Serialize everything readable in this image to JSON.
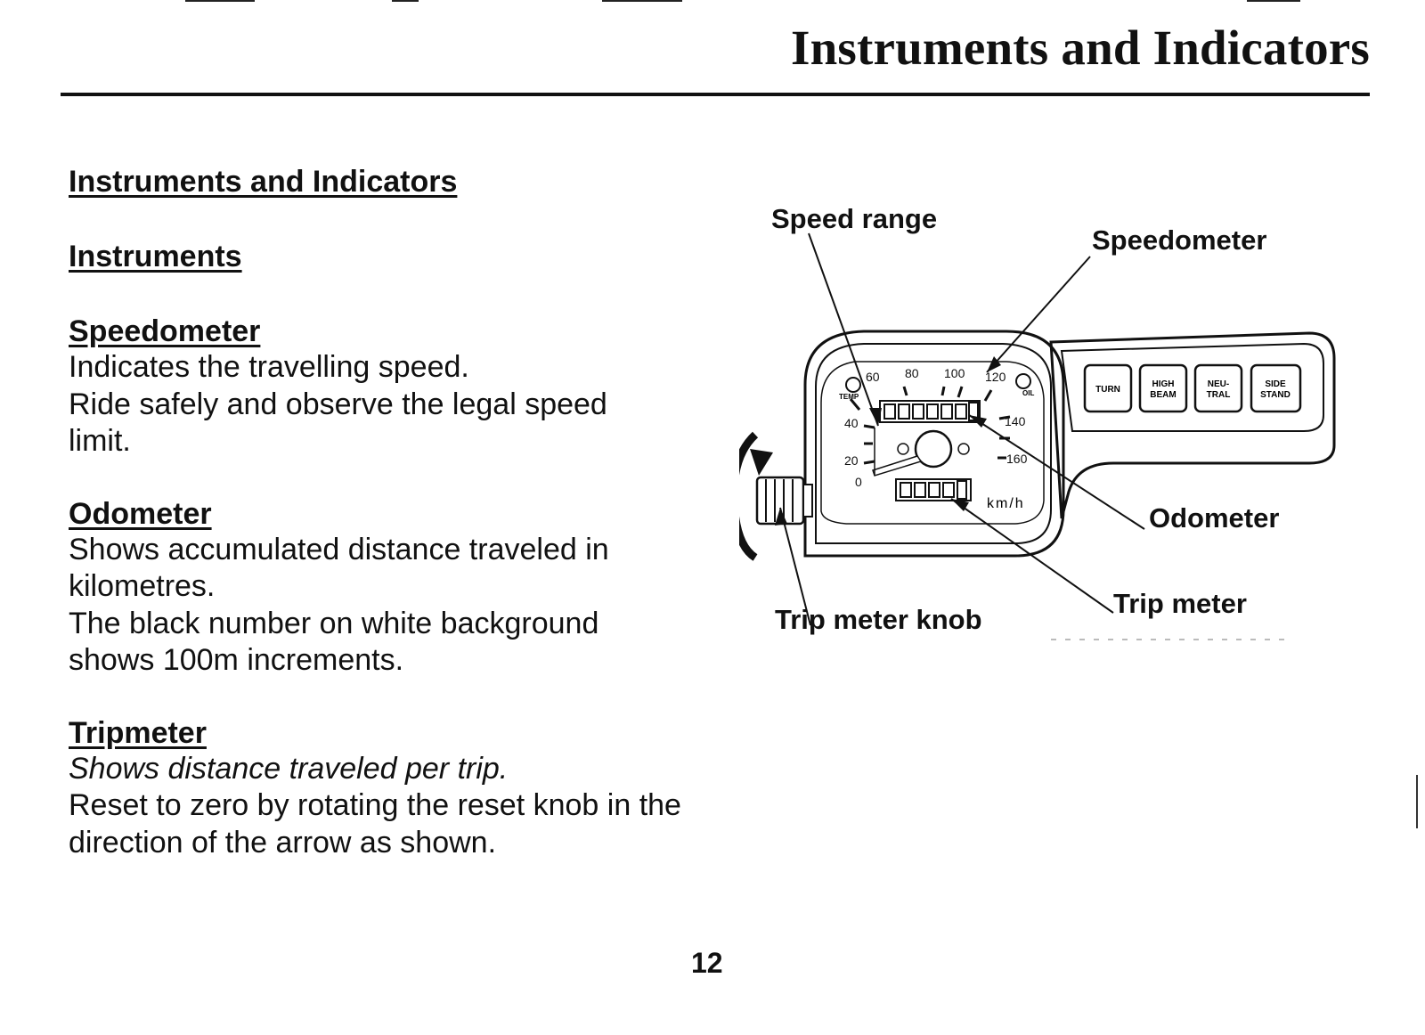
{
  "header": {
    "title": "Instruments and Indicators"
  },
  "content": {
    "heading": "Instruments and Indicators",
    "subheading": "Instruments",
    "sections": [
      {
        "title": "Speedometer",
        "lines": [
          "Indicates the travelling speed.",
          "Ride safely and observe the legal speed limit."
        ]
      },
      {
        "title": "Odometer",
        "lines": [
          "Shows accumulated distance traveled in kilometres.",
          "The black number on white background shows 100m increments."
        ]
      },
      {
        "title": "Tripmeter",
        "lines": [
          "Shows distance traveled per trip.",
          "Reset to zero by rotating the reset knob in the direction of the arrow as shown."
        ]
      }
    ]
  },
  "diagram": {
    "callouts": {
      "speed_range": "Speed range",
      "speedometer": "Speedometer",
      "odometer": "Odometer",
      "trip_meter": "Trip meter",
      "trip_meter_knob": "Trip meter knob"
    },
    "dial": {
      "scale": [
        "0",
        "20",
        "40",
        "60",
        "80",
        "100",
        "120",
        "140",
        "160"
      ],
      "unit": "km/h",
      "temp_label": "TEMP",
      "oil_label": "OIL"
    },
    "indicators": [
      {
        "line1": "TURN",
        "line2": ""
      },
      {
        "line1": "HIGH",
        "line2": "BEAM"
      },
      {
        "line1": "NEU-",
        "line2": "TRAL"
      },
      {
        "line1": "SIDE",
        "line2": "STAND"
      }
    ]
  },
  "footer": {
    "page_number": "12"
  }
}
